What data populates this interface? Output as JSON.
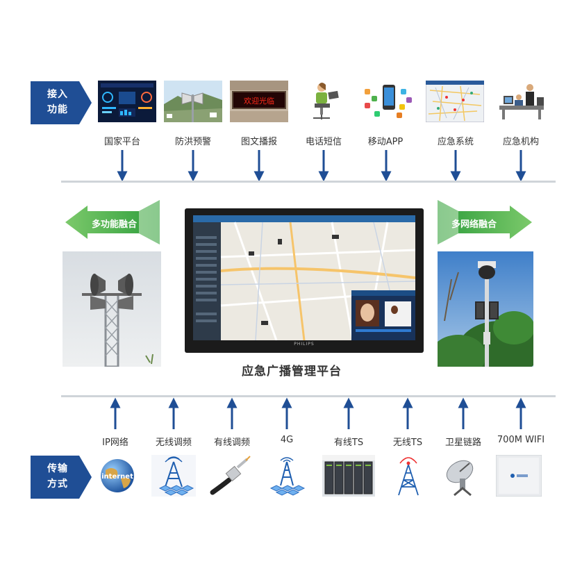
{
  "access": {
    "badge": [
      "接入",
      "功能"
    ],
    "items": [
      {
        "label": "国家平台",
        "icon": "dashboard-screen-icon"
      },
      {
        "label": "防洪预警",
        "icon": "flood-speaker-icon"
      },
      {
        "label": "图文播报",
        "icon": "led-sign-icon"
      },
      {
        "label": "电话短信",
        "icon": "phone-operator-icon"
      },
      {
        "label": "移动APP",
        "icon": "mobile-app-icon"
      },
      {
        "label": "应急系统",
        "icon": "map-system-icon"
      },
      {
        "label": "应急机构",
        "icon": "command-center-icon"
      }
    ]
  },
  "platform": {
    "title": "应急广播管理平台",
    "left_ribbon": "多功能融合",
    "right_ribbon": "多网络融合",
    "monitor_brand": "PHILIPS"
  },
  "transport": {
    "badge": [
      "传输",
      "方式"
    ],
    "items": [
      {
        "label": "IP网络",
        "icon": "internet-globe-icon"
      },
      {
        "label": "无线调频",
        "icon": "fm-tower-icon"
      },
      {
        "label": "有线调频",
        "icon": "coax-cable-icon"
      },
      {
        "label": "4G",
        "icon": "4g-tower-icon"
      },
      {
        "label": "有线TS",
        "icon": "server-rack-icon"
      },
      {
        "label": "无线TS",
        "icon": "wireless-tower-icon"
      },
      {
        "label": "卫星链路",
        "icon": "satellite-dish-icon"
      },
      {
        "label": "700M WIFI",
        "icon": "wifi-device-icon"
      }
    ]
  },
  "colors": {
    "navy": "#1f4e95",
    "green": "#3aa845",
    "rule": "#cfd4d9"
  }
}
